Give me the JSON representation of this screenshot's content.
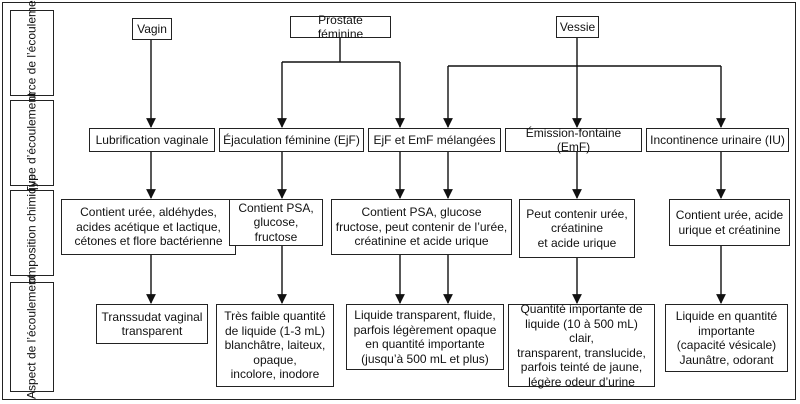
{
  "row_labels": {
    "source": "Source de\nl’écoulement",
    "type": "Type\nd’écoulement",
    "composition": "Composition\nchimique",
    "aspect": "Aspect de\nl’écoulement"
  },
  "sources": {
    "vagin": "Vagin",
    "prostate": "Prostate féminine",
    "vessie": "Vessie"
  },
  "types": {
    "lubrification": "Lubrification vaginale",
    "ejaculation": "Éjaculation féminine (EjF)",
    "melangees": "EjF et EmF mélangées",
    "emission": "Émission-fontaine (EmF)",
    "incontinence": "Incontinence urinaire (IU)"
  },
  "compositions": {
    "lubrification": "Contient urée, aldéhydes,\nacides acétique et lactique,\ncétones et flore bactérienne",
    "ejaculation": "Contient PSA,\nglucose, fructose",
    "melangees": "Contient PSA, glucose\nfructose, peut contenir de l’urée,\ncréatinine et acide urique",
    "emission": "Peut contenir urée,\ncréatinine\net acide urique",
    "incontinence": "Contient urée, acide\nurique et créatinine"
  },
  "aspects": {
    "lubrification": "Transsudat vaginal\ntransparent",
    "ejaculation": "Très faible quantité\nde liquide (1-3 mL)\nblanchâtre, laiteux,\nopaque,\nincolore, inodore",
    "melangees": "Liquide transparent, fluide,\nparfois légèrement opaque\nen quantité importante\n(jusqu’à 500 mL et plus)",
    "emission": "Quantité importante de\nliquide (10 à 500 mL) clair,\ntransparent, translucide,\nparfois teinté de jaune,\nlégère odeur d’urine",
    "incontinence": "Liquide en quantité\nimportante\n(capacité vésicale)\nJaunâtre, odorant"
  }
}
